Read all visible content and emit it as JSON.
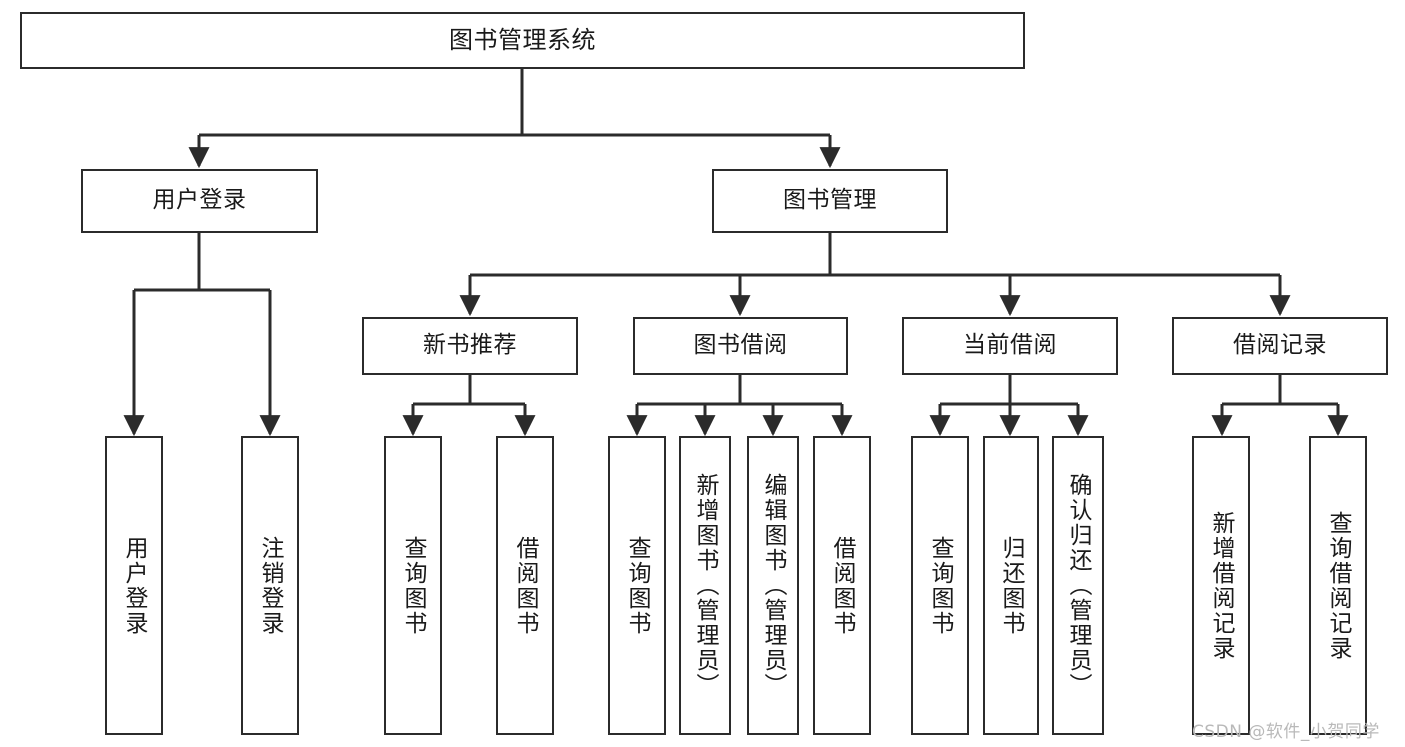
{
  "diagram": {
    "title": "图书管理系统",
    "type": "tree",
    "orientation": "top-down",
    "colors": {
      "box_border": "#2b2b2b",
      "box_fill": "#ffffff",
      "connector": "#2b2b2b",
      "text": "#1a1a1a",
      "watermark": "#b9b9b9",
      "background": "#ffffff"
    },
    "levels": [
      {
        "level": 1,
        "nodes": [
          {
            "id": "root",
            "label": "图书管理系统",
            "text_direction": "horizontal"
          }
        ]
      },
      {
        "level": 2,
        "nodes": [
          {
            "id": "login",
            "label": "用户登录",
            "parent": "root",
            "text_direction": "horizontal"
          },
          {
            "id": "bookmgmt",
            "label": "图书管理",
            "parent": "root",
            "text_direction": "horizontal"
          }
        ]
      },
      {
        "level": 3,
        "nodes": [
          {
            "id": "newbook",
            "label": "新书推荐",
            "parent": "bookmgmt",
            "text_direction": "horizontal"
          },
          {
            "id": "borrow",
            "label": "图书借阅",
            "parent": "bookmgmt",
            "text_direction": "horizontal"
          },
          {
            "id": "current",
            "label": "当前借阅",
            "parent": "bookmgmt",
            "text_direction": "horizontal"
          },
          {
            "id": "records",
            "label": "借阅记录",
            "parent": "bookmgmt",
            "text_direction": "horizontal"
          }
        ]
      },
      {
        "level": 4,
        "nodes": [
          {
            "id": "leaf1",
            "label": "用户登录",
            "parent": "login",
            "text_direction": "vertical"
          },
          {
            "id": "leaf2",
            "label": "注销登录",
            "parent": "login",
            "text_direction": "vertical"
          },
          {
            "id": "leaf3",
            "label": "查询图书",
            "parent": "newbook",
            "text_direction": "vertical"
          },
          {
            "id": "leaf4",
            "label": "借阅图书",
            "parent": "newbook",
            "text_direction": "vertical"
          },
          {
            "id": "leaf5",
            "label": "查询图书",
            "parent": "borrow",
            "text_direction": "vertical"
          },
          {
            "id": "leaf6",
            "label": "新增图书（管理员）",
            "parent": "borrow",
            "text_direction": "vertical"
          },
          {
            "id": "leaf7",
            "label": "编辑图书（管理员）",
            "parent": "borrow",
            "text_direction": "vertical"
          },
          {
            "id": "leaf8",
            "label": "借阅图书",
            "parent": "borrow",
            "text_direction": "vertical"
          },
          {
            "id": "leaf9",
            "label": "查询图书",
            "parent": "current",
            "text_direction": "vertical"
          },
          {
            "id": "leaf10",
            "label": "归还图书",
            "parent": "current",
            "text_direction": "vertical"
          },
          {
            "id": "leaf11",
            "label": "确认归还（管理员）",
            "parent": "current",
            "text_direction": "vertical"
          },
          {
            "id": "leaf12",
            "label": "新增借阅记录",
            "parent": "records",
            "text_direction": "vertical"
          },
          {
            "id": "leaf13",
            "label": "查询借阅记录",
            "parent": "records",
            "text_direction": "vertical"
          }
        ]
      }
    ]
  },
  "watermark": {
    "text": "CSDN @软件_小贺同学"
  }
}
